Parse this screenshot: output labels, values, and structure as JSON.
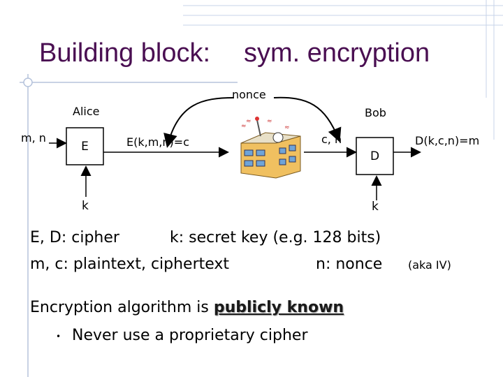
{
  "slide": {
    "title_left": "Building block:",
    "title_right": "sym. encryption",
    "colors": {
      "title": "#4a0f52",
      "accent_line": "#c7d3e8",
      "arrow": "#000000"
    }
  },
  "diagram": {
    "alice_label": "Alice",
    "bob_label": "Bob",
    "input_label": "m, n",
    "encrypt_box": "E",
    "encrypt_formula": "E(k,m,n)=c",
    "nonce_label": "nonce",
    "bob_input_label": "c, n",
    "decrypt_box": "D",
    "decrypt_formula": "D(k,c,n)=m",
    "key_left": "k",
    "key_right": "k",
    "icons": [
      "network-computer-icon",
      "curved-arrow-icon",
      "arrow-icon"
    ]
  },
  "legend": {
    "line1_left": "E, D:  cipher",
    "line1_right": "k:  secret key (e.g. 128 bits)",
    "line2_left": "m, c:  plaintext,  ciphertext",
    "line2_mid": "n:  nonce",
    "line2_note": "(aka IV)"
  },
  "body": {
    "algorithm_prefix": "Encryption algorithm is ",
    "algorithm_emphasis": "publicly known",
    "bullet_symbol": "•",
    "bullet_text": "Never use a proprietary cipher"
  }
}
